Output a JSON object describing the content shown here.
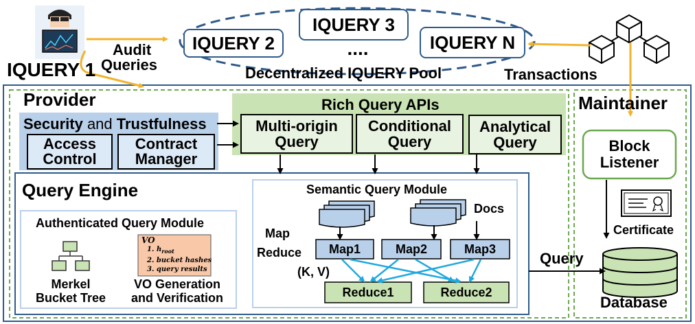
{
  "pool": {
    "label": "Decentralized IQUERY Pool",
    "nodes": [
      "IQUERY 2",
      "IQUERY 3",
      "....",
      "IQUERY N"
    ]
  },
  "left": {
    "iquery1": "IQUERY 1",
    "audit_line1": "Audit",
    "audit_line2": "Queries"
  },
  "right": {
    "transactions": "Transactions"
  },
  "provider": {
    "title": "Provider",
    "security": {
      "title_bold1": "Security",
      "title_and": " and ",
      "title_bold2": "Trustfulness",
      "access_line1": "Access",
      "access_line2": "Control",
      "contract_line1": "Contract",
      "contract_line2": "Manager"
    },
    "apis": {
      "title": "Rich Query APIs",
      "multi_line1": "Multi-origin",
      "multi_line2": "Query",
      "cond_line1": "Conditional",
      "cond_line2": "Query",
      "anal_line1": "Analytical",
      "anal_line2": "Query"
    }
  },
  "engine": {
    "title": "Query Engine",
    "auth": {
      "title": "Authenticated Query Module",
      "merkle_line1": "Merkel",
      "merkle_line2": "Bucket Tree",
      "vo_gen_line1": "VO Generation",
      "vo_gen_line2": "and Verification",
      "vo_card": {
        "title": "VO",
        "item1_num": "1.",
        "item1_h": "h",
        "item1_sub": "root",
        "item2": "2. bucket hashes",
        "item3": "3. query results"
      }
    },
    "semantic": {
      "title": "Semantic Query Module",
      "docs": "Docs",
      "map_line1": "Map",
      "map_line2": "Reduce",
      "kv": "(K, V)",
      "maps": [
        "Map1",
        "Map2",
        "Map3"
      ],
      "reduces": [
        "Reduce1",
        "Reduce2"
      ]
    }
  },
  "maintainer": {
    "title": "Maintainer",
    "block_line1": "Block",
    "block_line2": "Listener",
    "certificate": "Certificate",
    "database": "Database",
    "query": "Query"
  },
  "colors": {
    "navy": "#2e5a8a",
    "green_dash": "#6aa84f",
    "blue_box": "#b9d0ea",
    "green_box": "#c9e3b4",
    "arrow_yellow": "#f2b32c",
    "arrow_cyan": "#1fa8e0",
    "vo_card": "#f8c8a8"
  }
}
